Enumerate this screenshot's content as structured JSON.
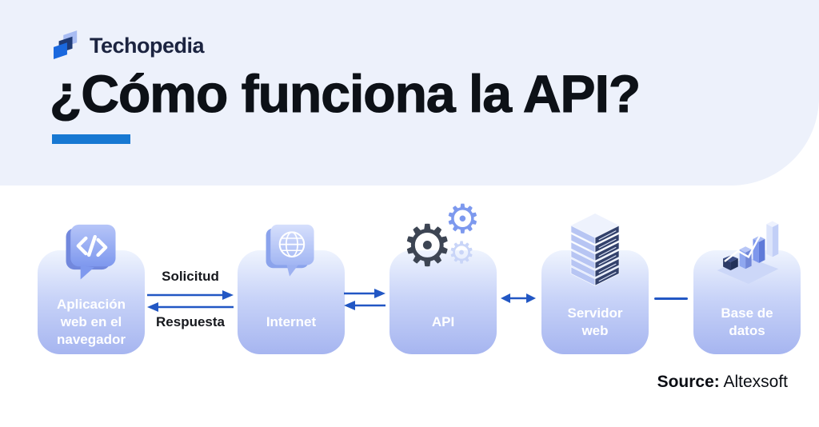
{
  "brand": {
    "name": "Techopedia"
  },
  "header": {
    "title": "¿Cómo funciona la API?"
  },
  "flow": {
    "nodes": [
      {
        "id": "web-app",
        "label": "Aplicación\nweb en el\nnavegador",
        "icon": "code-bubble-icon"
      },
      {
        "id": "internet",
        "label": "Internet",
        "icon": "globe-bubble-icon"
      },
      {
        "id": "api",
        "label": "API",
        "icon": "gears-icon"
      },
      {
        "id": "web-server",
        "label": "Servidor\nweb",
        "icon": "server-stack-icon"
      },
      {
        "id": "database",
        "label": "Base de\ndatos",
        "icon": "bar-chart-icon"
      }
    ],
    "connections": [
      {
        "from": "web-app",
        "to": "internet",
        "type": "request-response-arrows",
        "request_label": "Solicitud",
        "response_label": "Respuesta"
      },
      {
        "from": "internet",
        "to": "api",
        "type": "paired-arrows"
      },
      {
        "from": "api",
        "to": "web-server",
        "type": "double-headed-arrow"
      },
      {
        "from": "web-server",
        "to": "database",
        "type": "plain-line"
      }
    ]
  },
  "footer": {
    "source_label": "Source:",
    "source_value": "Altexsoft"
  },
  "colors": {
    "header_background": "#edf1fb",
    "page_background": "#ffffff",
    "title_text": "#0d1117",
    "accent_underline": "#1778d2",
    "node_gradient_top": "#eff4fe",
    "node_gradient_bottom": "#a6b5f0",
    "node_label_text": "#ffffff",
    "arrow_blue": "#2257c4",
    "logo_text": "#1c2440",
    "gear_dark": "#3d4553",
    "gear_medium": "#7d99ee",
    "gear_light": "#c9d5f8"
  }
}
